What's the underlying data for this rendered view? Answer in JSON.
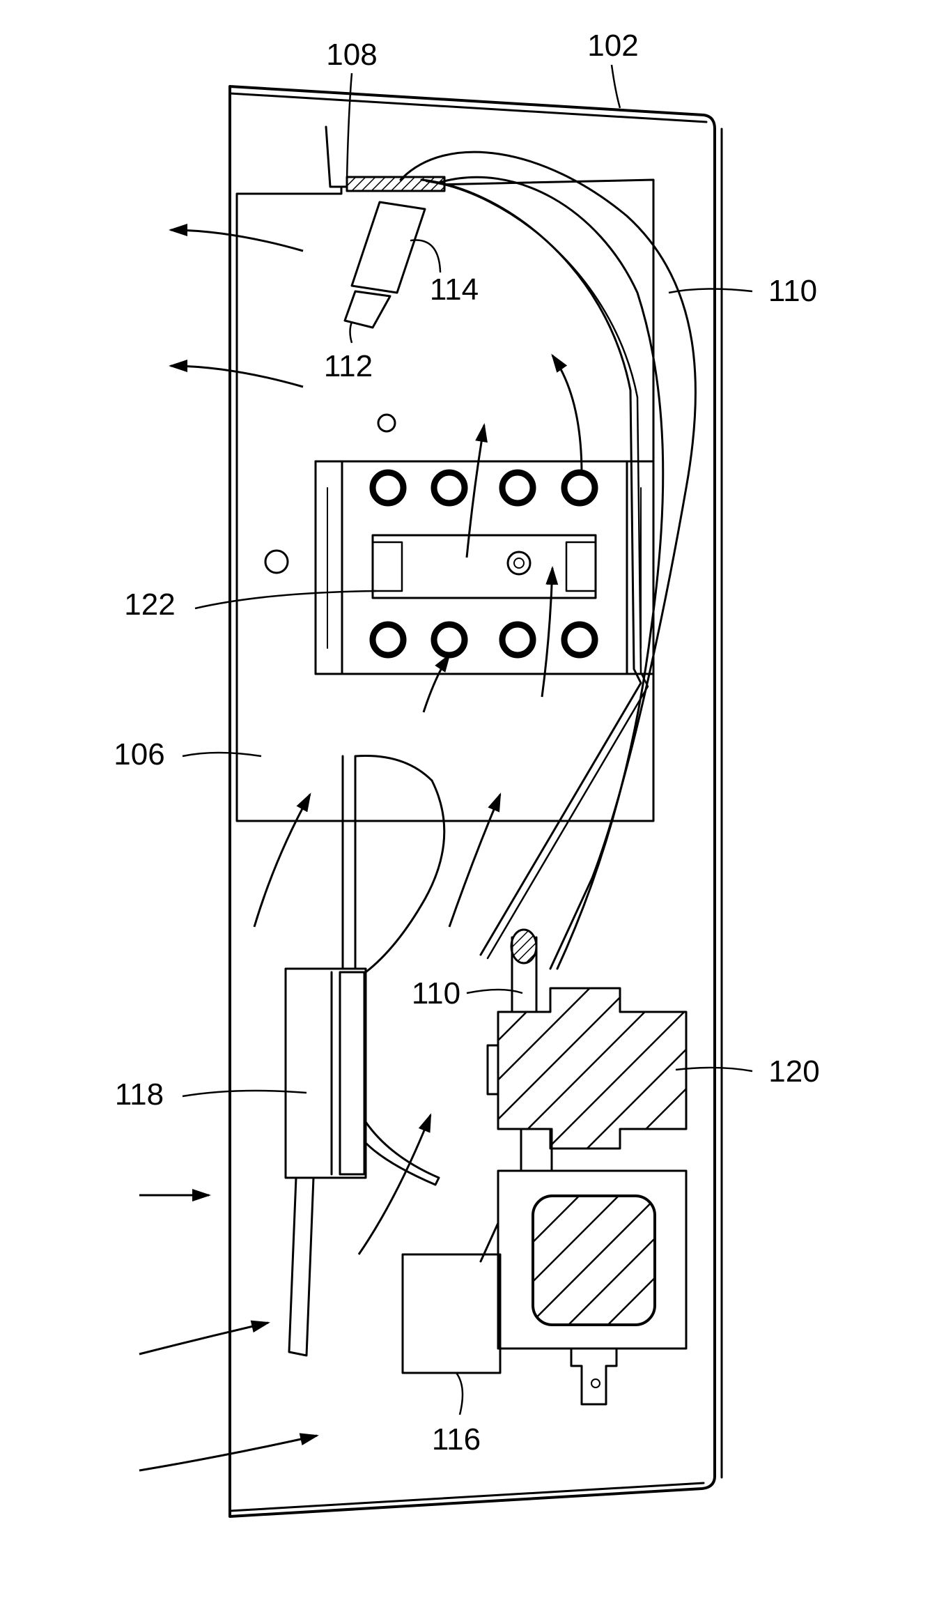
{
  "labels": {
    "l102": "102",
    "l108": "108",
    "l114": "114",
    "l110_top": "110",
    "l112": "112",
    "l122": "122",
    "l106": "106",
    "l110_mid": "110",
    "l120": "120",
    "l118": "118",
    "l116": "116"
  },
  "colors": {
    "ink": "#000000",
    "paper": "#ffffff"
  }
}
